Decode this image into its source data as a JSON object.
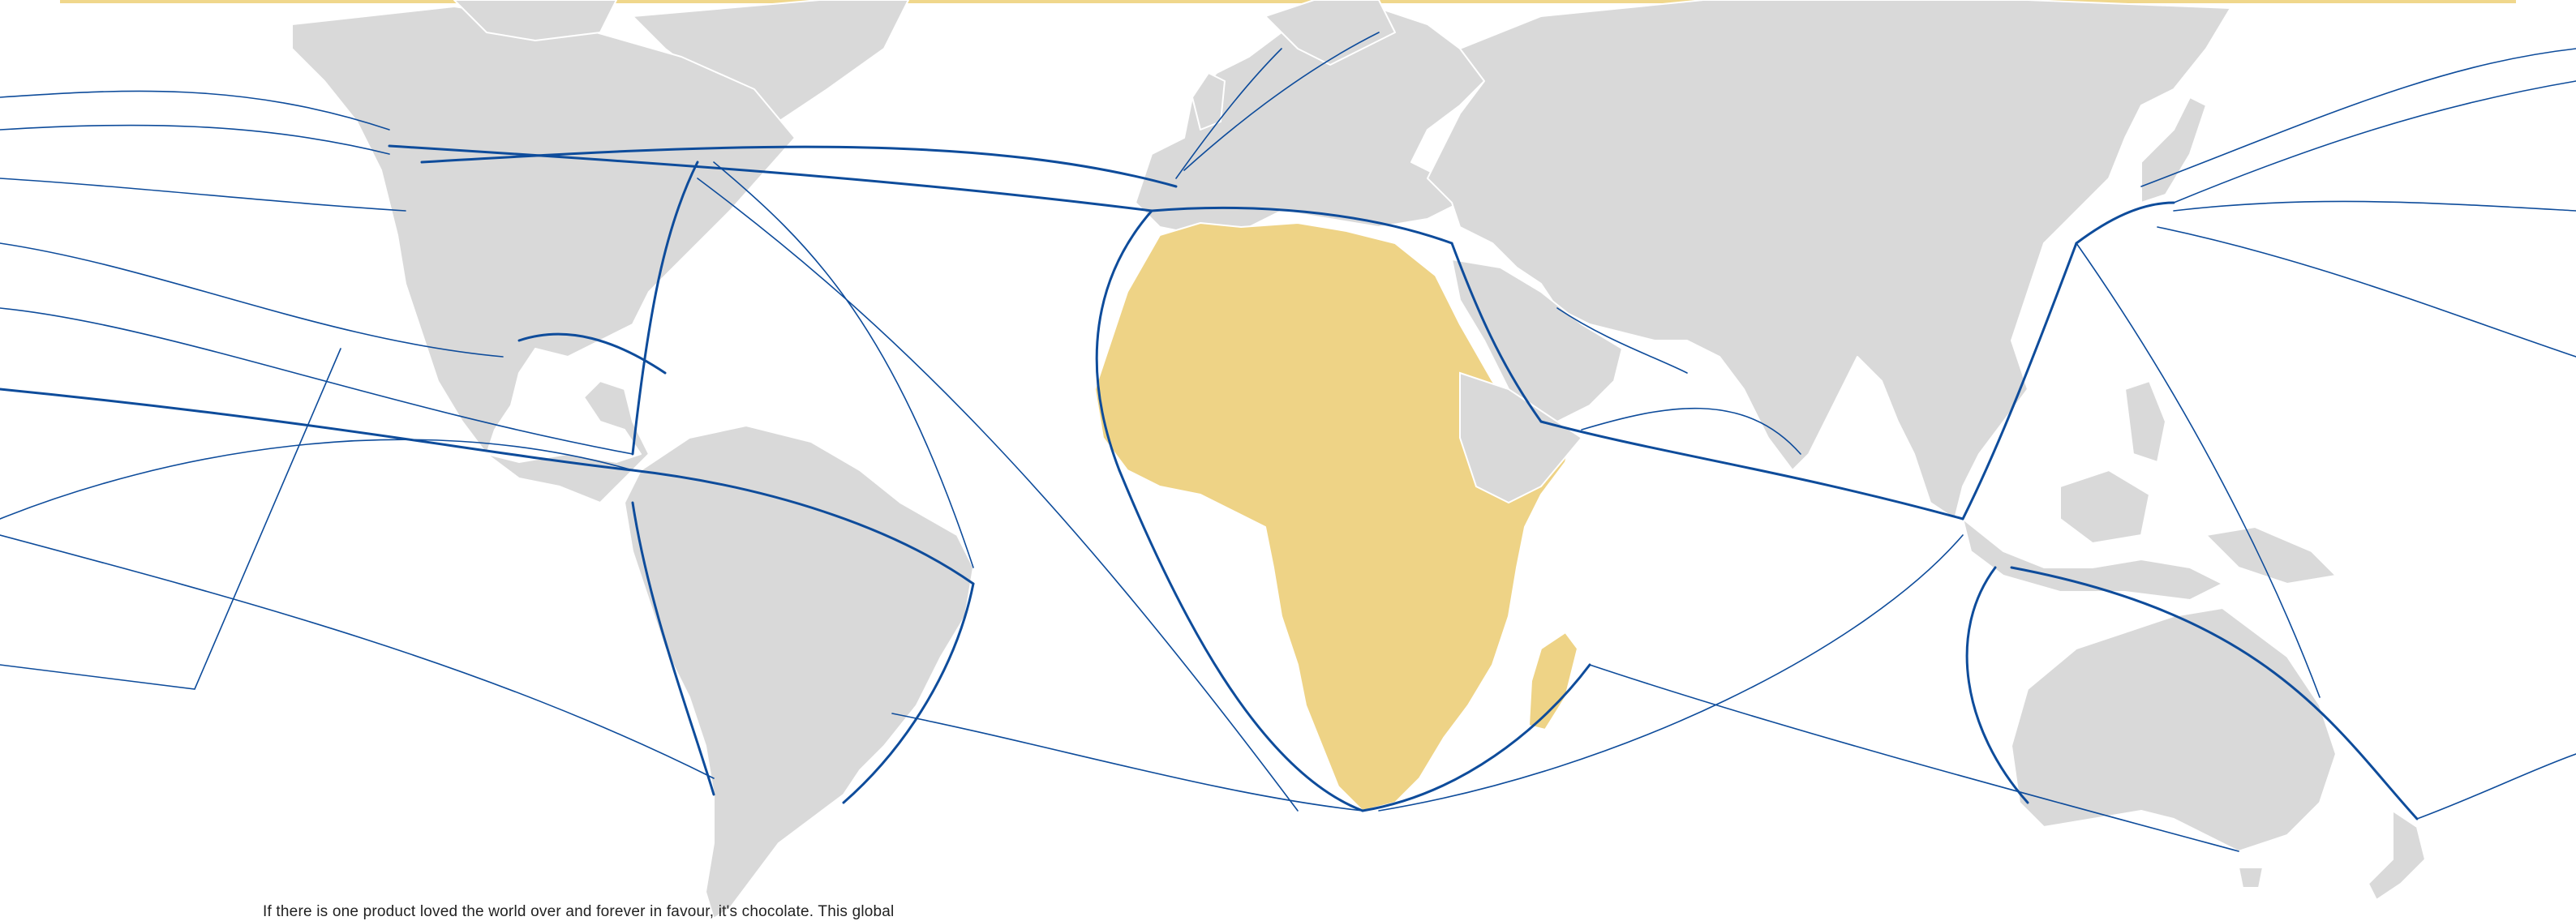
{
  "caption": "If there is one product loved the world over and forever in favour, it's chocolate. This global",
  "colors": {
    "land": "#d9d9d9",
    "africa_highlight": "#eed386",
    "shipping_routes": "#0e4c9b",
    "ocean": "#ffffff",
    "accent_bar": "#f0d78c",
    "borders": "#ffffff"
  },
  "map": {
    "projection": "world-equirectangular",
    "highlighted_region": "Africa",
    "layers": [
      "land",
      "borders",
      "shipping-routes"
    ]
  }
}
